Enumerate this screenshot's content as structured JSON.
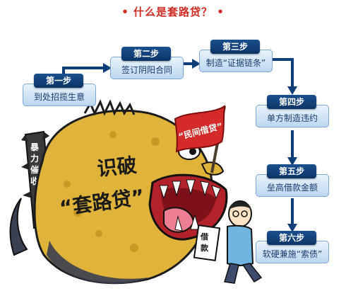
{
  "title": "• 什么是套路贷？ •",
  "steps": [
    {
      "head": "第一步",
      "body": "到处招揽生意"
    },
    {
      "head": "第二步",
      "body": "签订阴阳合同"
    },
    {
      "head": "第三步",
      "body": "制造“证据链条”"
    },
    {
      "head": "第四步",
      "body": "单方制造违约"
    },
    {
      "head": "第五步",
      "body": "垒高借款金额"
    },
    {
      "head": "第六步",
      "body": "软硬兼施“索债”"
    }
  ],
  "cartoon": {
    "main_line1": "识破",
    "main_line2": "“套路贷”",
    "flag_text": "“民间借贷”",
    "club_text": "暴力催收",
    "contract_text": "借款"
  },
  "colors": {
    "title": "#d22a24",
    "step_head": "#0c3566",
    "step_body": "#cfe2f5",
    "arrow": "#0f3d77",
    "monster": "#e0b33a",
    "flag": "#d42a2a"
  }
}
